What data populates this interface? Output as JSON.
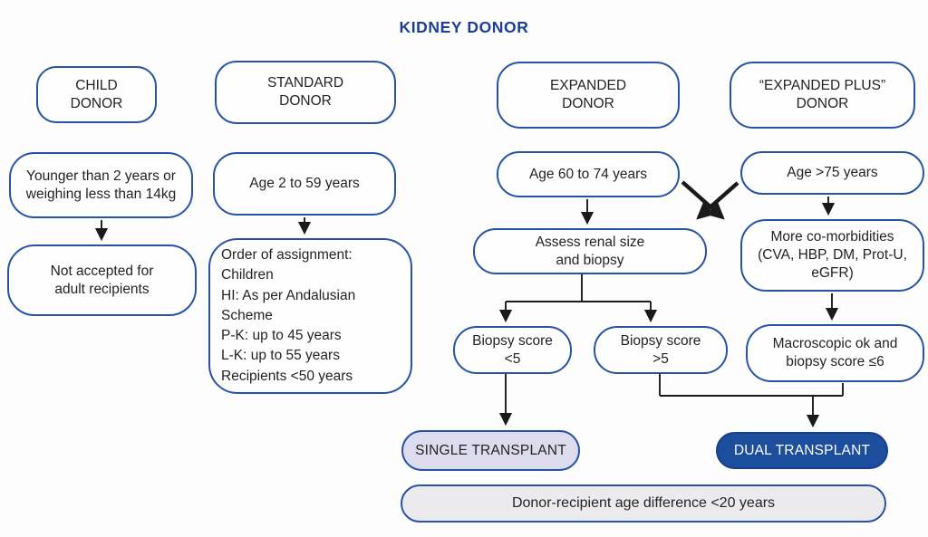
{
  "title": "KIDNEY DONOR",
  "columns": {
    "child": {
      "header": "CHILD\nDONOR",
      "criteria": "Younger than 2 years or\nweighing less than 14kg",
      "outcome": "Not accepted for\nadult recipients"
    },
    "standard": {
      "header": "STANDARD\nDONOR",
      "criteria": "Age 2 to 59 years",
      "assignment": "Order of assignment:\nChildren\nHI: As per Andalusian\nScheme\nP-K: up to 45 years\nL-K: up to 55 years\nRecipients <50 years"
    },
    "expanded": {
      "header": "EXPANDED\nDONOR",
      "criteria": "Age 60 to 74 years",
      "assess": "Assess renal size\nand biopsy",
      "biopsy_low": "Biopsy score\n<5",
      "biopsy_high": "Biopsy score\n>5"
    },
    "expanded_plus": {
      "header": "“EXPANDED PLUS”\nDONOR",
      "criteria": "Age >75 years",
      "comorbidities": "More co-morbidities\n(CVA, HBP, DM, Prot-U,\neGFR)",
      "macroscopic": "Macroscopic ok and\nbiopsy score ≤6"
    }
  },
  "outcomes": {
    "single": "SINGLE TRANSPLANT",
    "dual": "DUAL TRANSPLANT"
  },
  "footer": "Donor-recipient age difference <20 years",
  "colors": {
    "border": "#2653a3",
    "title": "#1b3e99",
    "dual_fill": "#1d4e9e",
    "single_fill": "#dcdcee",
    "footer_fill": "#ebebed",
    "arrow": "#1a1a1a"
  }
}
